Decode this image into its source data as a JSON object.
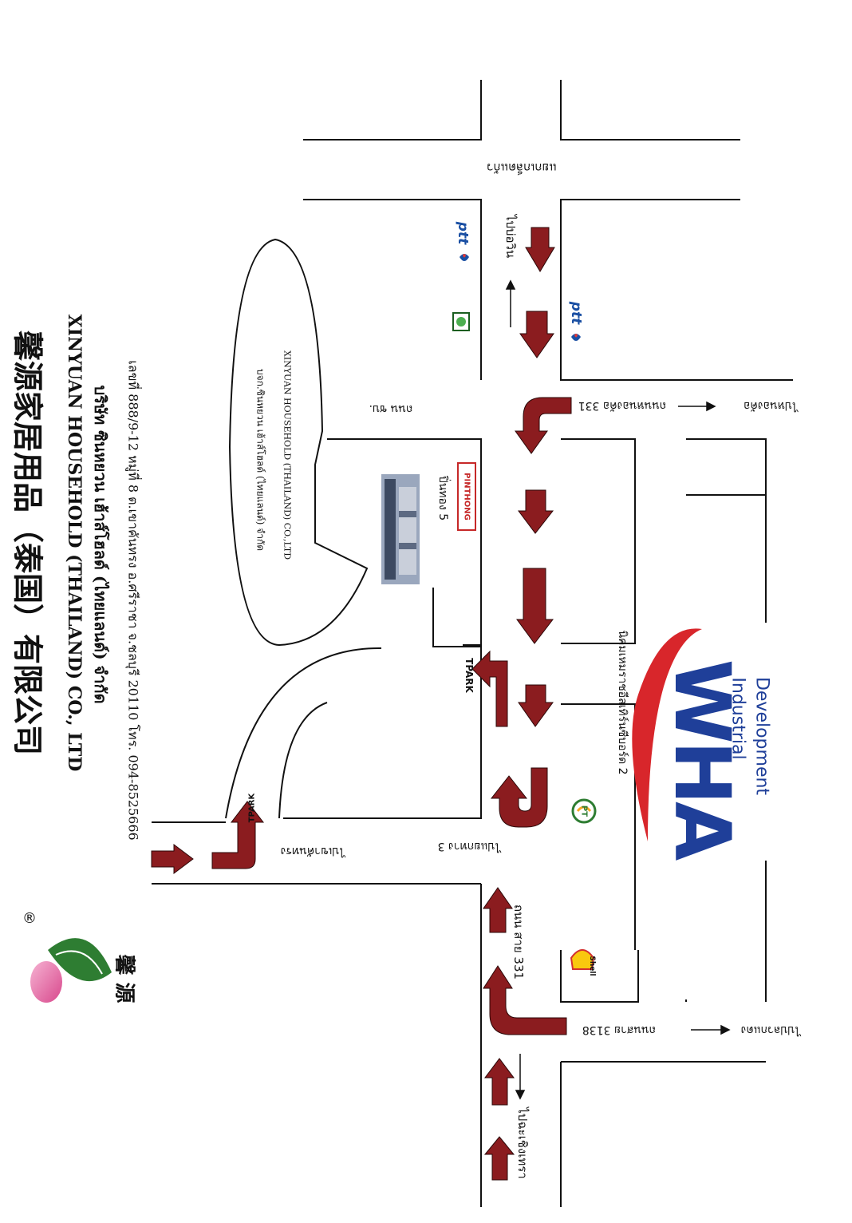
{
  "company": {
    "name_cn": "馨源家居用品（泰国）有限公司",
    "name_en": "XINYUAN HOUSEHOLD (THAILAND) CO., LTD",
    "name_th": "บริษัท ซินหยวน เฮ้าส์โฮลด์ (ไทยแลนด์) จำกัด",
    "address": "เลขที่ 888/9-12 หมู่ที่ 8 ต.เขาคันทรง อ.ศรีราชา จ.ชลบุรี 20110 โทร. 094-8525666",
    "logo_text": "馨 源",
    "logo_mark": "®"
  },
  "callout": {
    "line_th": "บจก.ซินหยวน เฮ้าส์โฮลด์ (ไทยแลนด์) จำกัด",
    "line_en": "XINYUAN HOUSEHOLD (THAILAND) CO.,LTD"
  },
  "labels": {
    "kaew_intersection": "แยกเกล็ดแก้ว",
    "to_bo_win": "ไปบ่อวิน",
    "ptt": "ptt",
    "road_ch": "ถนน ชบ.",
    "road_331_turn": "ถนนหนองค้อ 331",
    "to_nong_kho": "ไปหนองค้อ",
    "pinthong": "ปิ่นทอง 5",
    "pinthong_logo": "PINTHONG",
    "tpark": "TPARK",
    "wha": "WHA",
    "wha_industrial": "Industrial",
    "wha_development": "Development",
    "eastern_seaboard": "นิคมเหมราชอีสเทิร์นซีบอร์ด 2",
    "to_khao_khan_song": "ไปเขาคันทรง",
    "to_intersection_3": "ไปแยกทาง 3",
    "pt": "PT",
    "shell": "Shell",
    "highway_331": "ถนน สาย 331",
    "road_3138": "ถนนสาย 3138",
    "to_pluak_daeng": "ไปปลวกแดง",
    "to_chachoengsao": "ไปฉะเชิงเทรา"
  },
  "colors": {
    "arrow": "#8b1c1f",
    "line": "#111111",
    "wha_blue": "#1f3f99",
    "wha_red": "#d8262b",
    "logo_leaf": "#2e7d32",
    "logo_flower": "#e06aa6"
  }
}
